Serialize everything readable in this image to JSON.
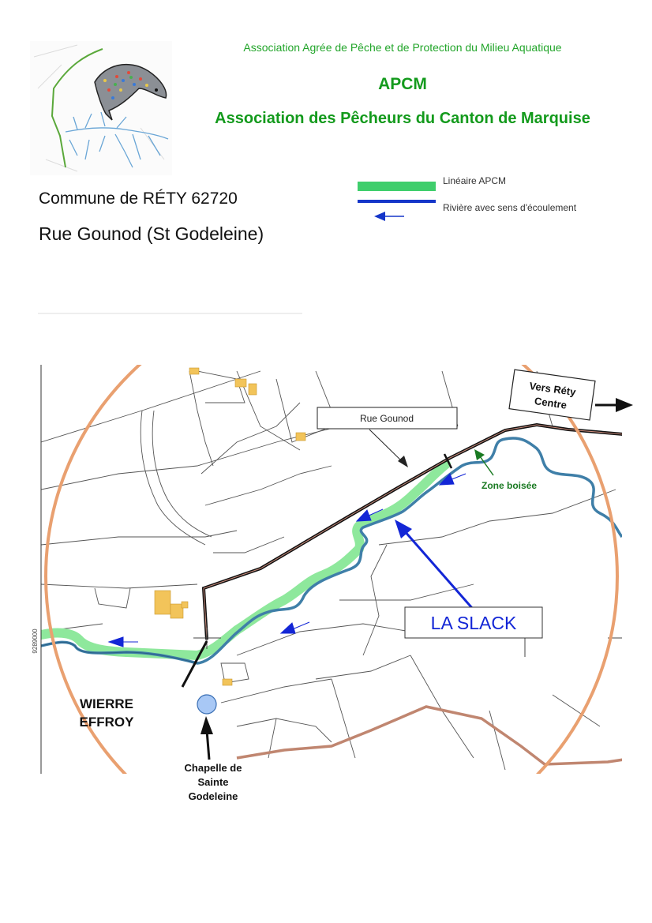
{
  "header": {
    "subtitle": "Association Agrée de Pêche et de Protection du Milieu Aquatique",
    "acronym": "APCM",
    "full_name": "Association des Pêcheurs du Canton de Marquise"
  },
  "location": {
    "commune": "Commune de RÉTY 62720",
    "street": "Rue Gounod (St Godeleine)"
  },
  "legend": {
    "items": [
      {
        "label": "Linéaire APCM",
        "color": "#3fce6c"
      },
      {
        "label": "Rivière avec sens d'écoulement",
        "color": "#1536c9"
      }
    ]
  },
  "map": {
    "labels": {
      "vers_rety": "Vers Réty",
      "centre": "Centre",
      "rue_gounod": "Rue Gounod",
      "zone_boisee": "Zone boisée",
      "la_slack": "LA SLACK",
      "wierre": "WIERRE",
      "effroy": "EFFROY",
      "chapelle_1": "Chapelle de",
      "chapelle_2": "Sainte",
      "chapelle_3": "Godeleine",
      "grid_coord": "9289000"
    },
    "colors": {
      "river": "#3f7fa8",
      "apcm_line": "#8ee89c",
      "road": "#111111",
      "boundary": "#e9a070",
      "commune_border": "#c08670",
      "flow_arrow": "#1326d6",
      "buildings": "#f2c45a"
    }
  }
}
